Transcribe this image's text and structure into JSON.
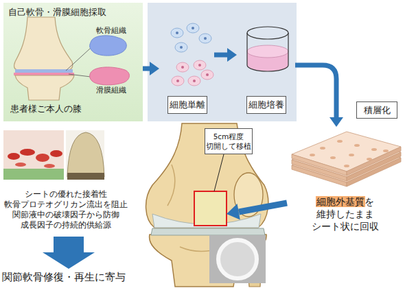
{
  "diagram": {
    "nodes": [
      {
        "text": [
          "自己軟骨・滑膜細胞採取",
          "患者様ご本人の膝"
        ]
      },
      {
        "text": [
          "細胞単離"
        ]
      },
      {
        "text": [
          "細胞培養"
        ]
      },
      {
        "text": [
          "積層化"
        ]
      },
      {
        "text": [
          "細胞外基質を 維持したまま シート状に回収"
        ]
      },
      {
        "text": [
          "5cm程度 切開して移植"
        ]
      }
    ],
    "edges": [
      {
        "from": 0,
        "to": 1,
        "arrow": "to"
      },
      {
        "from": 1,
        "to": 2,
        "arrow": "to"
      },
      {
        "from": 2,
        "to": 4,
        "arrow": "to"
      }
    ],
    "labels": [
      "軟骨組織",
      "滑膜組織",
      "シートの優れた接着性 軟骨プロテオグリカン流出を阻止 関節液中の破壊因子から防御 成長因子の持続的供給源",
      "関節軟骨修復・再生に寄与"
    ]
  }
}
